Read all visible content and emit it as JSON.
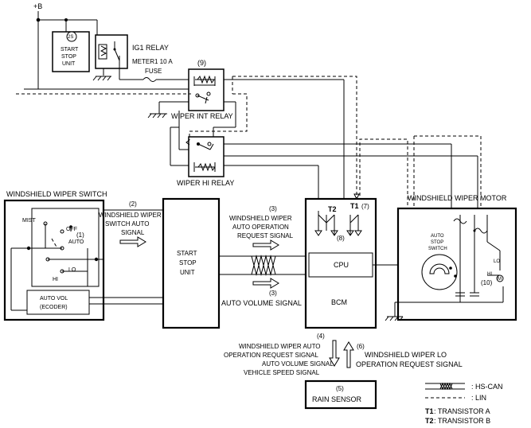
{
  "labels": {
    "supply": "+B",
    "start_stop_unit_small": [
      "START",
      "STOP",
      "UNIT"
    ],
    "ig1_relay_symbol": "2S",
    "ig1_relay": "IG1 RELAY",
    "fuse": [
      "METER1 10 A",
      "FUSE"
    ],
    "marker_9": "(9)",
    "wiper_int_relay": "WIPER INT RELAY",
    "wiper_hi_relay": "WIPER HI RELAY",
    "windshield_wiper_switch": "WINDSHIELD WIPER SWITCH",
    "switch_positions": {
      "mist": "MIST",
      "off": "OFF",
      "auto": "AUTO",
      "lo": "LO",
      "hi": "HI",
      "marker_1": "(1)"
    },
    "auto_vol": [
      "AUTO VOL",
      "(ECODER)"
    ],
    "signal_2": [
      "(2)",
      "WINDSHIELD WIPER",
      "SWITCH AUTO",
      "SIGNAL"
    ],
    "start_stop_unit": [
      "START",
      "STOP",
      "UNIT"
    ],
    "signal_3_top": [
      "(3)",
      "WINDSHIELD WIPER",
      "AUTO OPERATION",
      "REQUEST SIGNAL"
    ],
    "signal_3_bottom": [
      "(3)",
      "AUTO VOLUME SIGNAL"
    ],
    "bcm": {
      "t2": "T2",
      "t1": "T1",
      "marker_7": "(7)",
      "marker_8": "(8)",
      "cpu": "CPU",
      "name": "BCM"
    },
    "windshield_wiper_motor": "WINDSHIELD WIPER MOTOR",
    "auto_stop_switch": [
      "AUTO",
      "STOP",
      "SWITCH"
    ],
    "motor": {
      "lo": "LO",
      "hi": "HI",
      "marker_10": "(10)",
      "symbol": "M"
    },
    "signal_4": [
      "(4)",
      "WINDSHIELD WIPER AUTO",
      "OPERATION REQUEST SIGNAL",
      "AUTO VOLUME SIGNAL",
      "VEHICLE SPEED SIGNAL"
    ],
    "signal_6": [
      "(6)",
      "WINDSHIELD WIPER LO",
      "OPERATION REQUEST SIGNAL"
    ],
    "rain_sensor": [
      "(5)",
      "RAIN SENSOR"
    ],
    "legend": {
      "hs_can": ": HS-CAN",
      "lin": ": LIN",
      "t1_key": "T1",
      "t1_text": ": TRANSISTOR A",
      "t2_key": "T2",
      "t2_text": ": TRANSISTOR B"
    }
  }
}
